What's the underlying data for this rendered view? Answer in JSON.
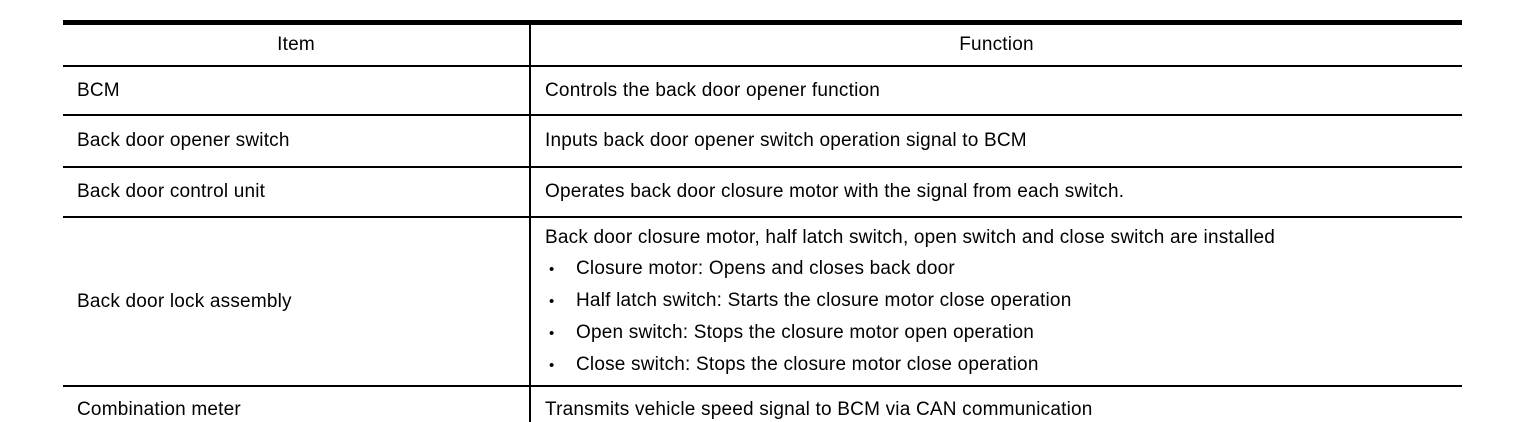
{
  "table": {
    "bullet_char": "•",
    "colors": {
      "border": "#000000",
      "text": "#000000",
      "background": "#ffffff"
    },
    "headers": {
      "item": "Item",
      "function": "Function"
    },
    "rows": [
      {
        "item": "BCM",
        "function": "Controls the back door opener function",
        "bullets": []
      },
      {
        "item": "Back door opener switch",
        "function": "Inputs back door opener switch operation signal to BCM",
        "bullets": []
      },
      {
        "item": "Back door control unit",
        "function": "Operates back door closure motor with the signal from each switch.",
        "bullets": []
      },
      {
        "item": "Back door lock assembly",
        "function": "Back door closure motor, half latch switch, open switch and close switch are installed",
        "bullets": [
          "Closure motor: Opens and closes back door",
          "Half latch switch: Starts the closure motor close operation",
          "Open switch: Stops the closure motor open operation",
          "Close switch: Stops the closure motor close operation"
        ]
      },
      {
        "item": "Combination meter",
        "function": "Transmits vehicle speed signal to BCM via CAN communication",
        "bullets": []
      }
    ]
  }
}
